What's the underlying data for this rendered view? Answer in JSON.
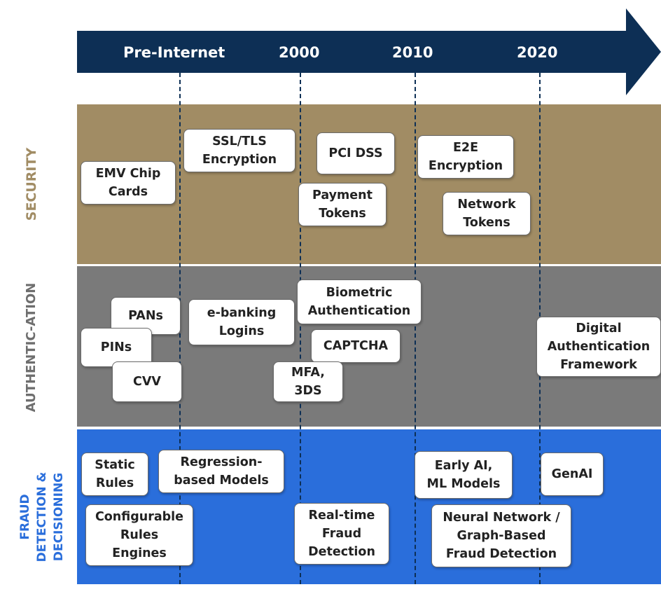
{
  "timeline": {
    "eras": [
      "Pre-Internet",
      "2000",
      "2010",
      "2020"
    ],
    "arrow_color": "#0d2f55"
  },
  "categories": {
    "security": "SECURITY",
    "authentication": "AUTHENTIC-ATION",
    "fraud": "FRAUD\nDETECTION &\nDECISIONING"
  },
  "colors": {
    "security_band": "#a18c64",
    "security_label": "#a18c64",
    "authentication_band": "#7a7a7a",
    "authentication_label": "#6e6e6e",
    "fraud_band": "#2a6edb",
    "fraud_label": "#2a6edb"
  },
  "security_items": {
    "emv": "EMV Chip\nCards",
    "ssl": "SSL/TLS\nEncryption",
    "pci": "PCI DSS",
    "tokens": "Payment\nTokens",
    "e2e": "E2E\nEncryption",
    "network_tokens": "Network\nTokens"
  },
  "authentication_items": {
    "pans": "PANs",
    "pins": "PINs",
    "cvv": "CVV",
    "ebanking": "e-banking\nLogins",
    "biometric": "Biometric\nAuthentication",
    "captcha": "CAPTCHA",
    "mfa": "MFA,\n3DS",
    "digital": "Digital\nAuthentication\nFramework"
  },
  "fraud_items": {
    "static": "Static\nRules",
    "regression": "Regression-\nbased Models",
    "configurable": "Configurable\nRules\nEngines",
    "realtime": "Real-time\nFraud\nDetection",
    "early_ai": "Early AI,\nML Models",
    "genai": "GenAI",
    "neural": "Neural Network /\nGraph-Based\nFraud Detection"
  }
}
